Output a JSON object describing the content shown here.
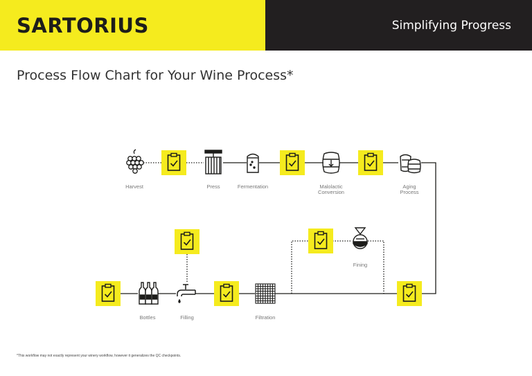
{
  "header": {
    "brand": "SARTORIUS",
    "tagline": "Simplifying Progress",
    "brand_color": "#f5eb1e",
    "dark_color": "#221f20"
  },
  "title": "Process Flow Chart for Your Wine Process*",
  "steps": {
    "harvest": "Harvest",
    "press": "Press",
    "fermentation": "Fermentation",
    "malolactic_1": "Malolactic",
    "malolactic_2": "Conversion",
    "aging_1": "Aging",
    "aging_2": "Process",
    "fining": "Fining",
    "filtration": "Filtration",
    "filling": "Filling",
    "bottles": "Bottles"
  },
  "icons": [
    "grapes-icon",
    "press-icon",
    "fermentation-tank-icon",
    "barrel-icon",
    "aging-barrels-icon",
    "fining-funnel-icon",
    "filter-icon",
    "tap-icon",
    "bottles-icon",
    "qc-checkpoint-icon"
  ],
  "footnote": "*This workflow may not exactly represent your winery workflow, however it generalizes the QC checkpoints."
}
